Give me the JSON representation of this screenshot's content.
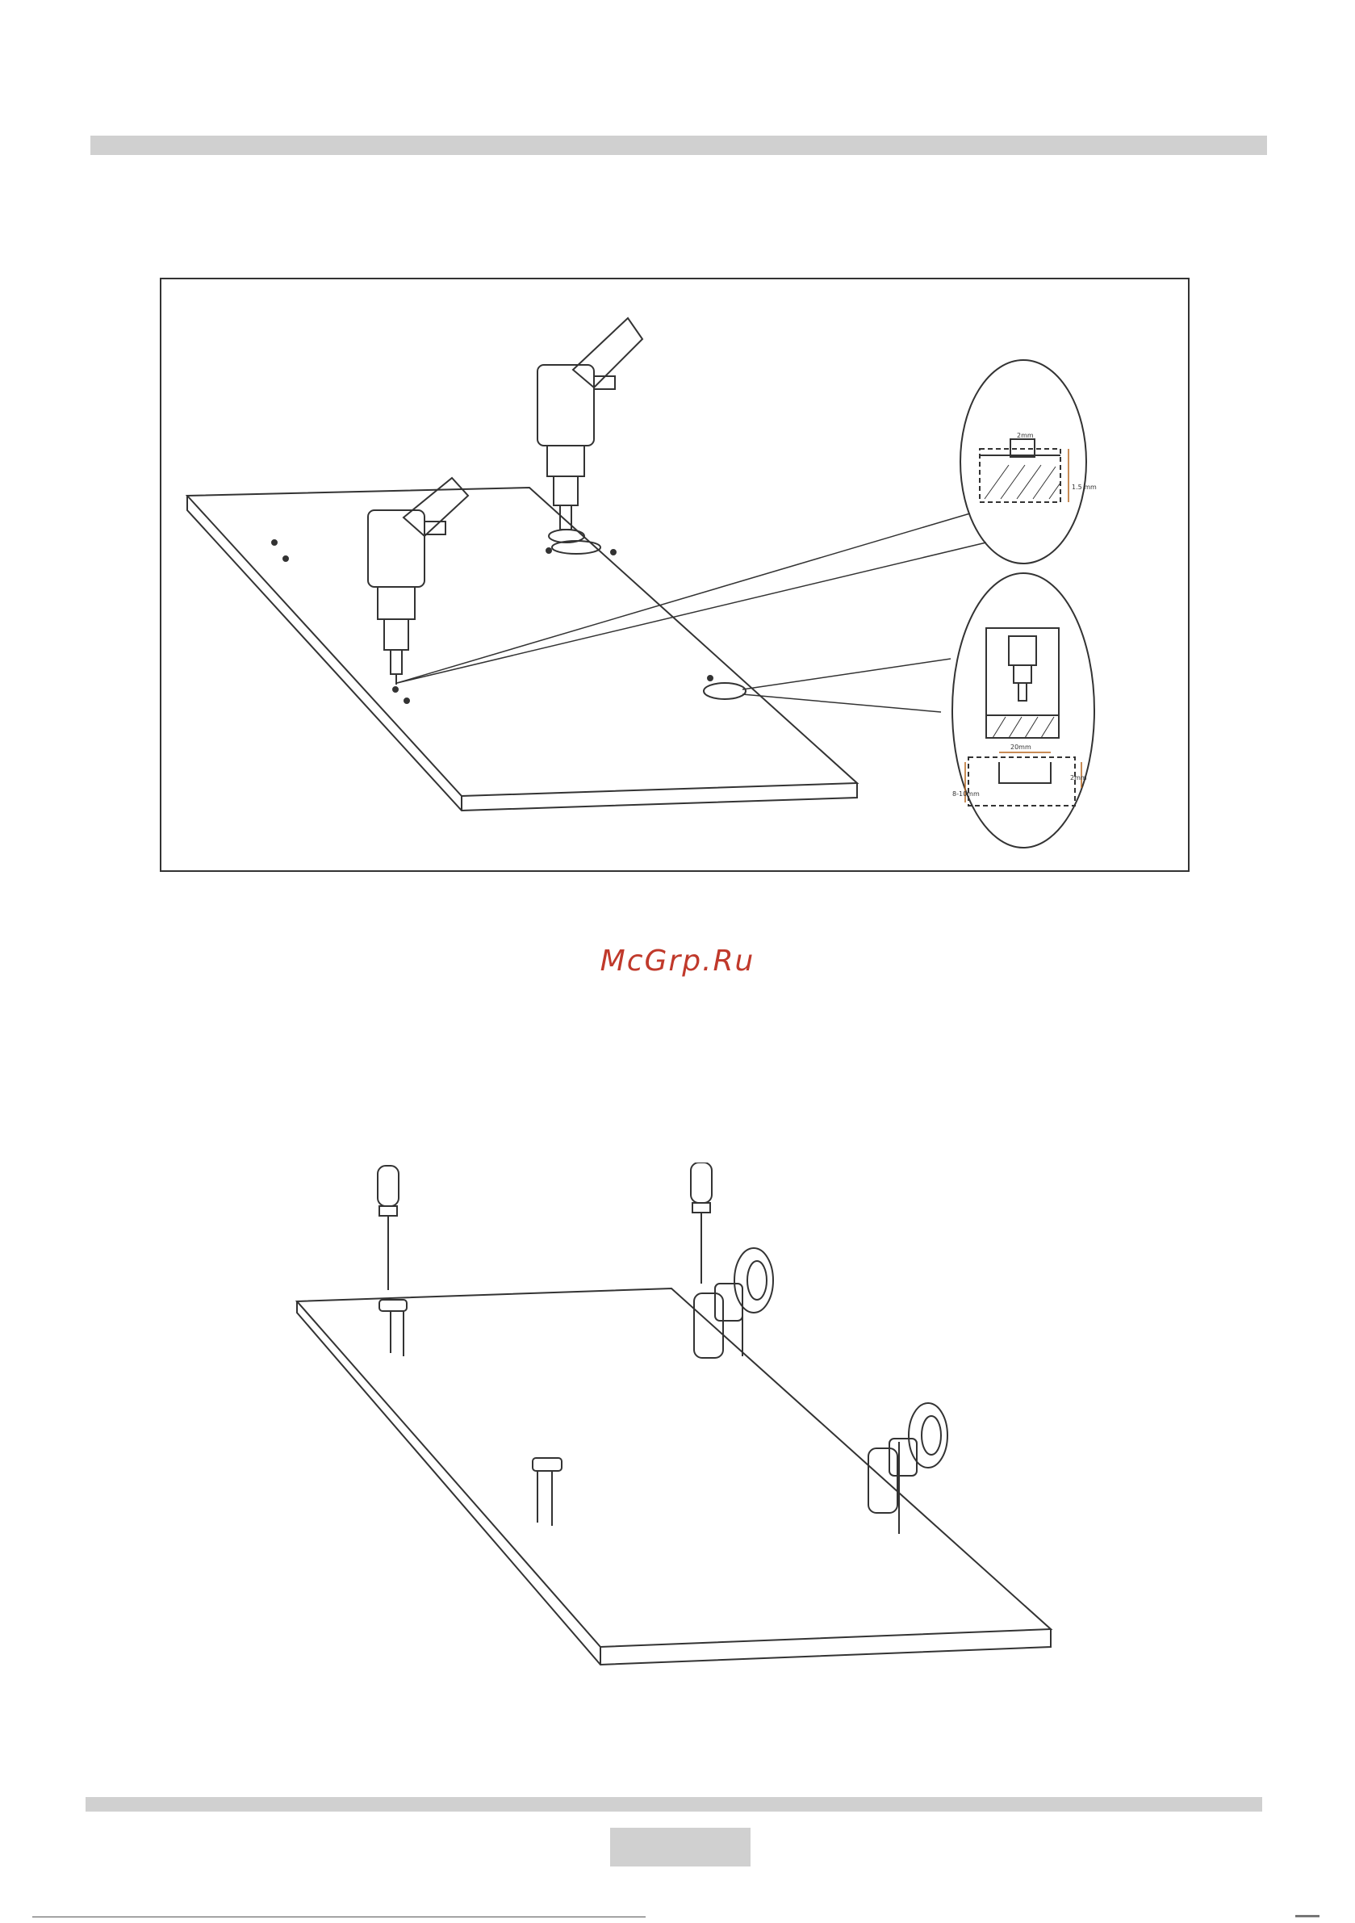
{
  "watermark": {
    "text": "McGrp.Ru",
    "color": "#c0392b"
  },
  "colors": {
    "bar": "#d0d0d0",
    "line": "#333333",
    "accent": "#b5651d"
  },
  "icons": {
    "drill": "drill-icon",
    "screwdriver": "screwdriver-icon",
    "hinge": "hinge-icon",
    "magnifier": "detail-callout-icon"
  },
  "detail_labels": {
    "top_width": "2mm",
    "top_depth": "1.5 mm",
    "bottom_width": "20mm",
    "bottom_depth": "8-10mm",
    "bottom_side": "2mm"
  }
}
